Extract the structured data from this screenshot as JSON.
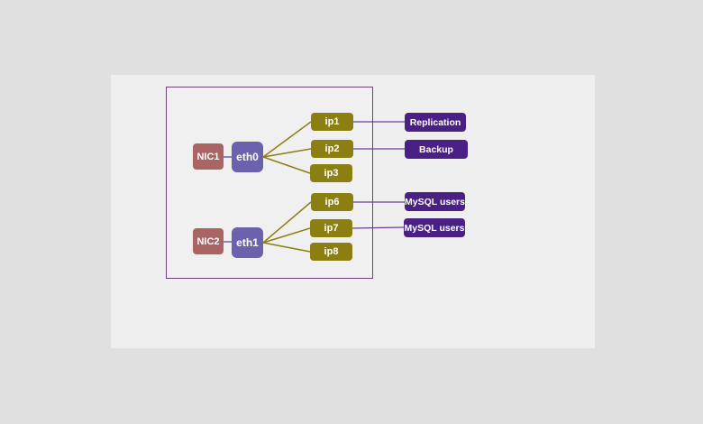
{
  "colors": {
    "page_bg": "#e0e0e0",
    "panel_bg": "#efefef",
    "container_bg": "#f1f0f1",
    "container_border": "#6e4478",
    "nic_box": "#aa6464",
    "eth_box": "#6a62ac",
    "ip_box": "#8b7f12",
    "service_box": "#4a2085",
    "olive_line": "#8b7f12",
    "purple_line": "#6f64a5",
    "service_line": "#6a3f96",
    "text": "#ffffff"
  },
  "diagram": {
    "groups": [
      {
        "nic": "NIC1",
        "iface": "eth0",
        "ips": [
          "ip1",
          "ip2",
          "ip3"
        ]
      },
      {
        "nic": "NIC2",
        "iface": "eth1",
        "ips": [
          "ip6",
          "ip7",
          "ip8"
        ]
      }
    ],
    "services": [
      {
        "label": "Replication",
        "connected_ip": "ip1"
      },
      {
        "label": "Backup",
        "connected_ip": "ip2"
      },
      {
        "label": "MySQL users",
        "connected_ip": "ip6"
      },
      {
        "label": "MySQL users",
        "connected_ip": "ip7"
      }
    ]
  }
}
